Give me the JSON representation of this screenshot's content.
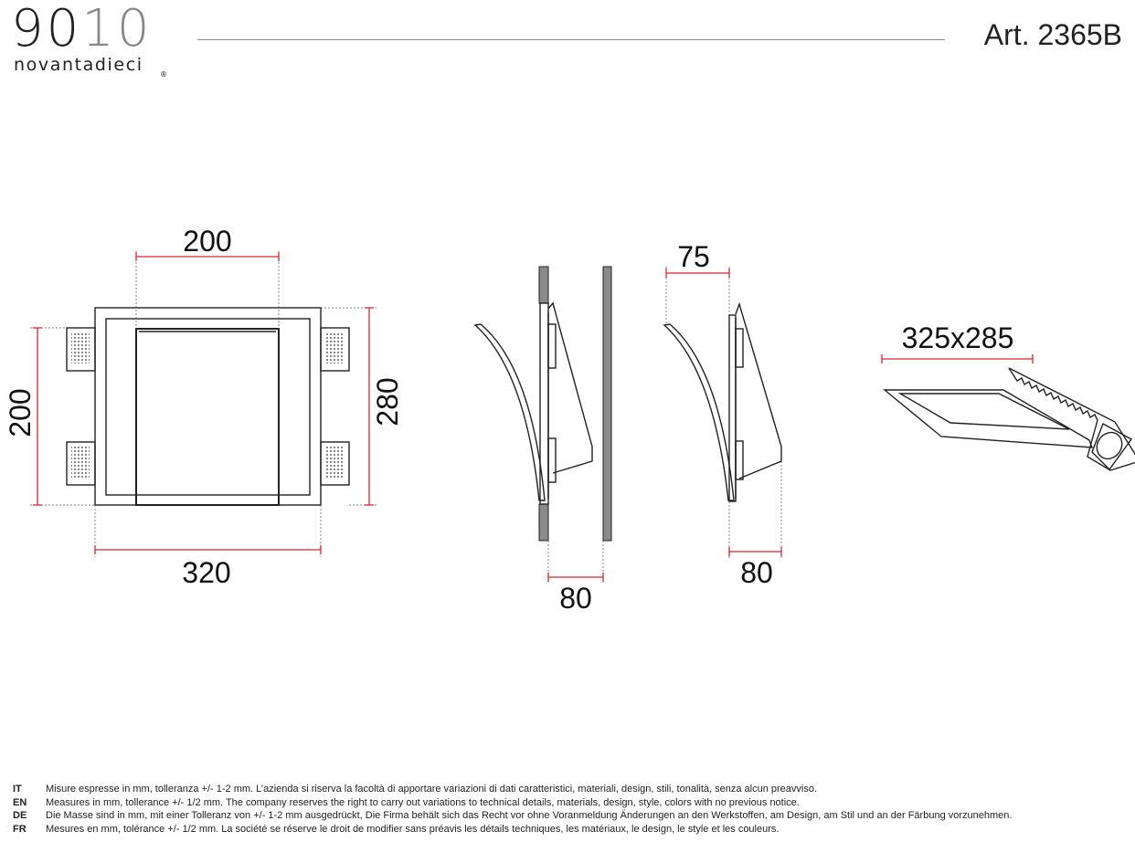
{
  "header": {
    "logo_number_dark": "90",
    "logo_number_light": "10",
    "logo_word": "novantadieci",
    "logo_reg": "®",
    "art_prefix": "Art.",
    "art_code": "2365B"
  },
  "dimensions": {
    "front_top_width": "200",
    "front_left_height": "200",
    "front_right_height": "280",
    "front_bottom_width": "320",
    "side_top_depth": "75",
    "side1_bottom_depth": "80",
    "side2_bottom_depth": "80",
    "cutout": "325x285"
  },
  "notes": [
    {
      "lang": "IT",
      "text": "Misure espresse in mm, tolleranza +/- 1-2 mm. L’azienda si riserva la facoltà di apportare variazioni di dati caratteristici, materiali, design, stili, tonalità, senza alcun preavviso."
    },
    {
      "lang": "EN",
      "text": "Measures in mm, tollerance +/- 1/2 mm. The company reserves the right to carry out variations to technical details, materials, design, style, colors with no previous notice."
    },
    {
      "lang": "DE",
      "text": "Die Masse sind in mm, mit einer Tolleranz von +/- 1-2 mm ausgedrückt, Die Firma behält sich das Recht vor ohne Voranmeldung Änderungen an den Werkstoffen, am Design, am Stil und an der Färbung vorzunehmen."
    },
    {
      "lang": "FR",
      "text": "Mesures en mm, tolérance +/- 1/2 mm. La société se réserve le droit de modifier sans préavis les détails techniques, les matériaux, le design, le style et les couleurs."
    }
  ],
  "colors": {
    "dimension_line": "#d9262c",
    "outline": "#222222",
    "wall": "#8a8a8a"
  }
}
